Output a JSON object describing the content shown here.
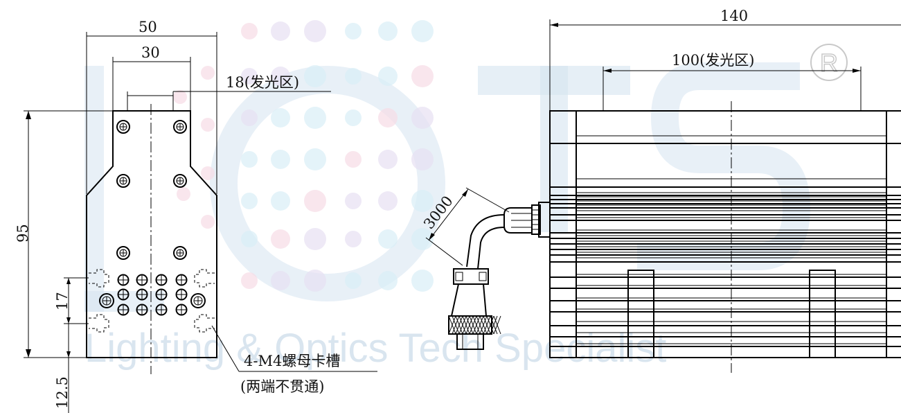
{
  "watermark": {
    "logo": "LOTS",
    "tagline": "Lighting & Optics Tech Specialist",
    "registered_mark": "®",
    "colors": {
      "blue": "#d6e4f0",
      "pink": "#f6dbe6",
      "lilac": "#e7e0f2",
      "cyan": "#d8eef6"
    }
  },
  "front_view": {
    "width_total": "50",
    "width_holes": "30",
    "emitting_width": "18(发光区)",
    "height": "95",
    "slot_spacing": "17",
    "bottom_offset": "12.5",
    "slot_note_line1": "4-M4螺母卡槽",
    "slot_note_line2": "(两端不贯通)"
  },
  "side_view": {
    "length": "140",
    "emitting_length": "100(发光区)",
    "cable_length": "3000"
  }
}
